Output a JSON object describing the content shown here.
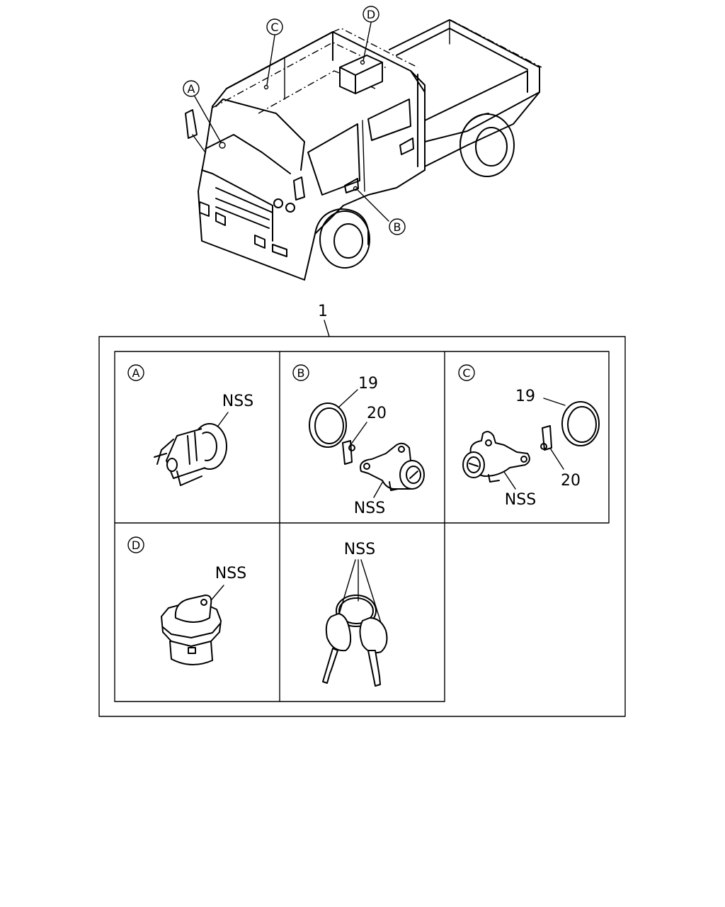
{
  "callouts": {
    "a": "A",
    "b": "B",
    "c": "C",
    "d": "D"
  },
  "assembly_number": "1",
  "panels": {
    "a": {
      "label": "A",
      "part": "NSS"
    },
    "b": {
      "label": "B",
      "part": "NSS",
      "ring": "19",
      "clip": "20"
    },
    "c": {
      "label": "C",
      "part": "NSS",
      "ring": "19",
      "clip": "20"
    },
    "d": {
      "label": "D",
      "part": "NSS"
    },
    "keys": {
      "part": "NSS"
    }
  }
}
